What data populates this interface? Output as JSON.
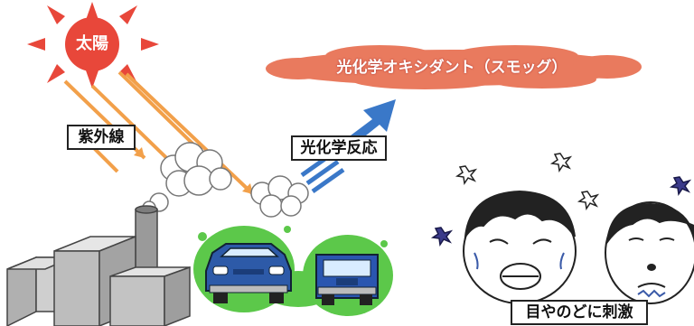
{
  "labels": {
    "sun": "太陽",
    "uv": "紫外線",
    "reaction": "光化学反応",
    "smog": "光化学オキシダント（スモッグ）",
    "irritation": "目やのどに刺激"
  },
  "colors": {
    "sun_fill": "#e8473a",
    "sun_rays": "#e8473a",
    "uv_rays": "#f2a04a",
    "smog": "#e97a5e",
    "arrow": "#3a78c8",
    "grass": "#5cc84a",
    "car": "#2d5aa8",
    "truck": "#2a56b0"
  },
  "icons": [
    "sun-icon",
    "uv-ray-icon",
    "cloud-icon",
    "factory-icon",
    "car-icon",
    "truck-icon",
    "upward-arrow-icon",
    "crying-face-icon",
    "sad-face-icon",
    "sparkle-icon"
  ]
}
